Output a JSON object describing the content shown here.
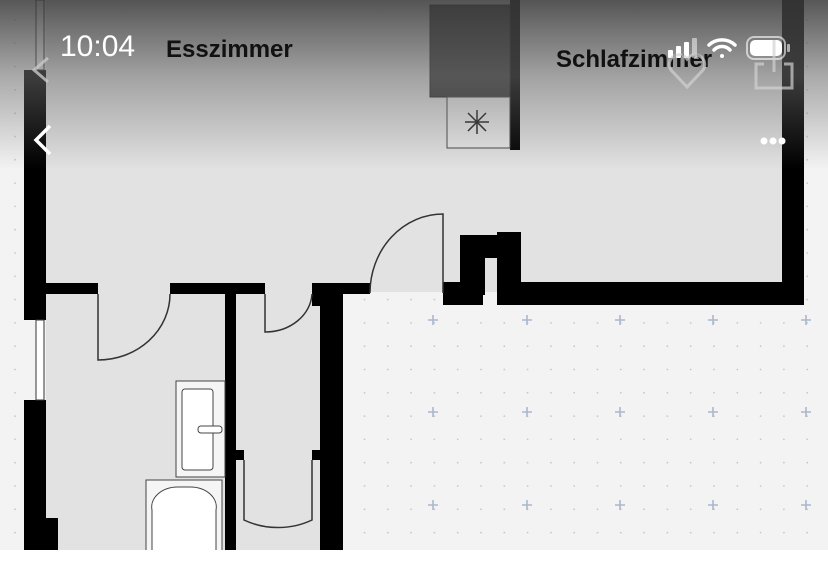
{
  "status_bar": {
    "time": "10:04",
    "icons": [
      "cellular-signal-icon",
      "wifi-icon",
      "battery-icon"
    ]
  },
  "nav": {
    "back_icon": "chevron-left-icon",
    "more_icon": "more-dots-icon",
    "favorite_icon": "heart-icon",
    "share_icon": "share-icon"
  },
  "floorplan": {
    "rooms": [
      {
        "label": "Esszimmer"
      },
      {
        "label": "Schlafzimmer"
      }
    ],
    "fixtures": [
      "refrigerator",
      "sink",
      "bathtub"
    ]
  },
  "colors": {
    "wall": "#000000",
    "room_fill": "#e2e2e2",
    "grid_marker": "#a9b8cc",
    "background": "#f3f3f4"
  }
}
